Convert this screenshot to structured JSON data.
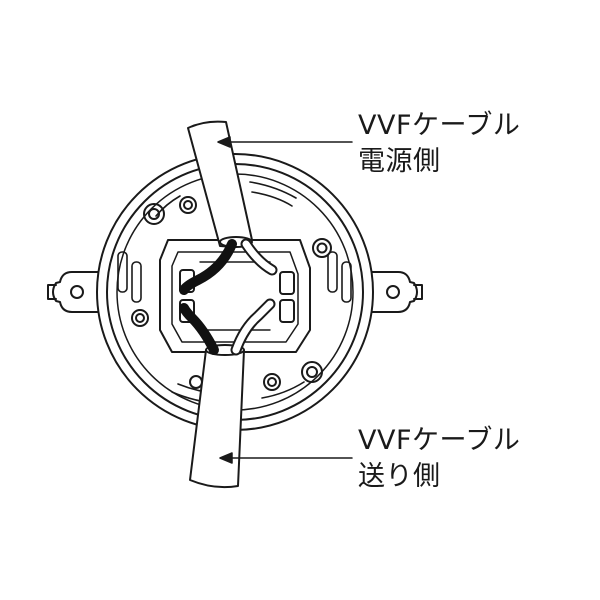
{
  "labels": {
    "supply": {
      "cable": "VVFケーブル",
      "side": "電源側"
    },
    "feed": {
      "cable": "VVFケーブル",
      "side": "送り側"
    }
  },
  "colors": {
    "line": "#1a1a1a",
    "fill": "#ffffff",
    "black_wire": "#111111"
  },
  "icons": {
    "outlet_box": "ceiling-outlet-box",
    "cable": "vvf-cable"
  }
}
